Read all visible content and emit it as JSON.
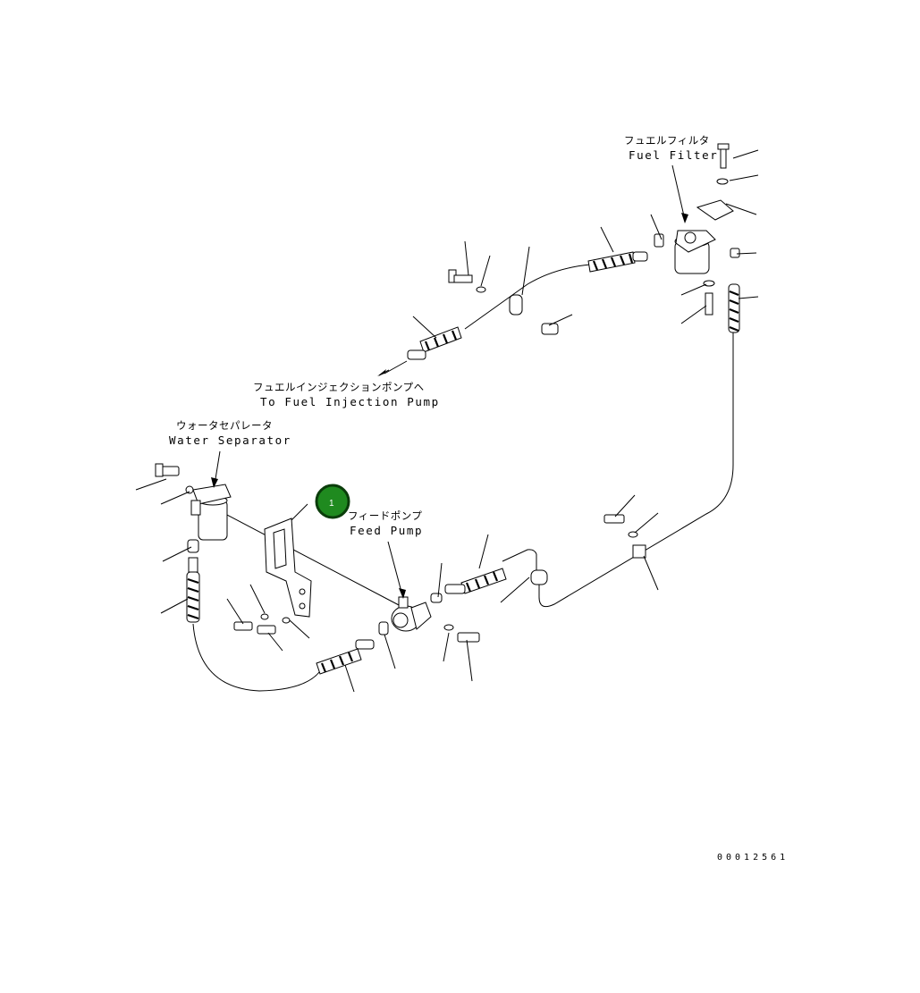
{
  "labels": {
    "fuel_filter_jp": "フュエルフィルタ",
    "fuel_filter_en": "Fuel Filter",
    "injection_pump_jp": "フュエルインジェクションポンプヘ",
    "injection_pump_en": "To Fuel Injection Pump",
    "water_separator_jp": "ウォータセパレータ",
    "water_separator_en": "Water Separator",
    "feed_pump_jp": "フィードポンプ",
    "feed_pump_en": "Feed Pump"
  },
  "callout": {
    "number": "1",
    "color": "#1f8a1f",
    "border": "#0b3d0b"
  },
  "reference_number": "00012561"
}
